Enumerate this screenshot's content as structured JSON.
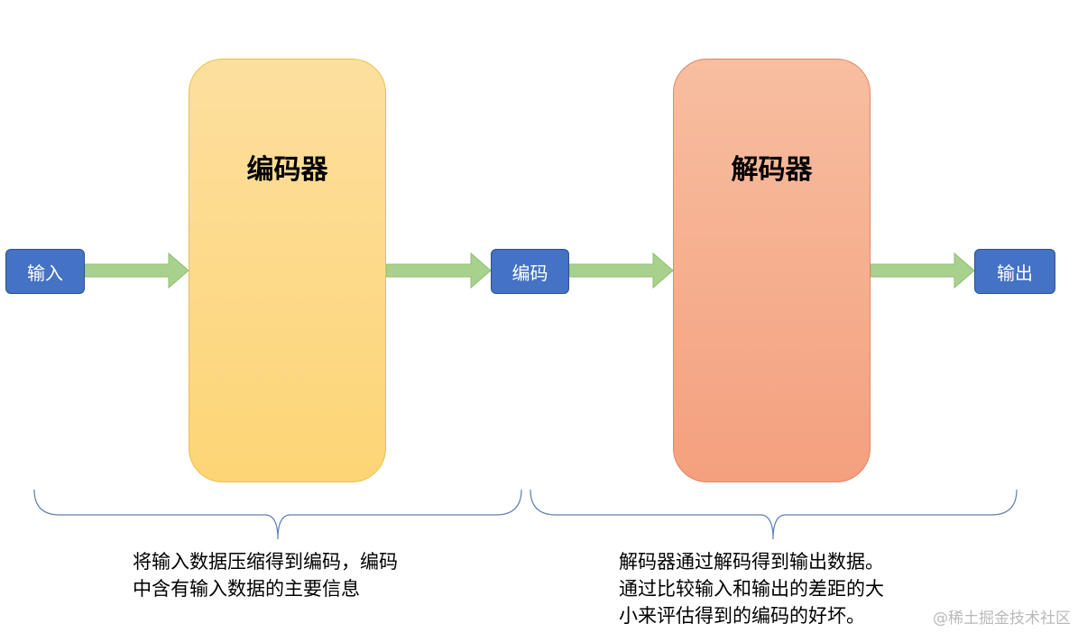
{
  "nodes": {
    "input": "输入",
    "encoder": "编码器",
    "code": "编码",
    "decoder": "解码器",
    "output": "输出"
  },
  "captions": {
    "encoder": [
      "将输入数据压缩得到编码，编码",
      "中含有输入数据的主要信息"
    ],
    "decoder": [
      "解码器通过解码得到输出数据。",
      "通过比较输入和输出的差距的大",
      "小来评估得到的编码的好坏。"
    ]
  },
  "watermark": "@稀土掘金技术社区",
  "colors": {
    "small_box": "#4472c4",
    "encoder_box": "#fdd576",
    "decoder_box": "#f4a07e",
    "arrow": "#a9d18e",
    "brace": "#5b7fb4"
  }
}
